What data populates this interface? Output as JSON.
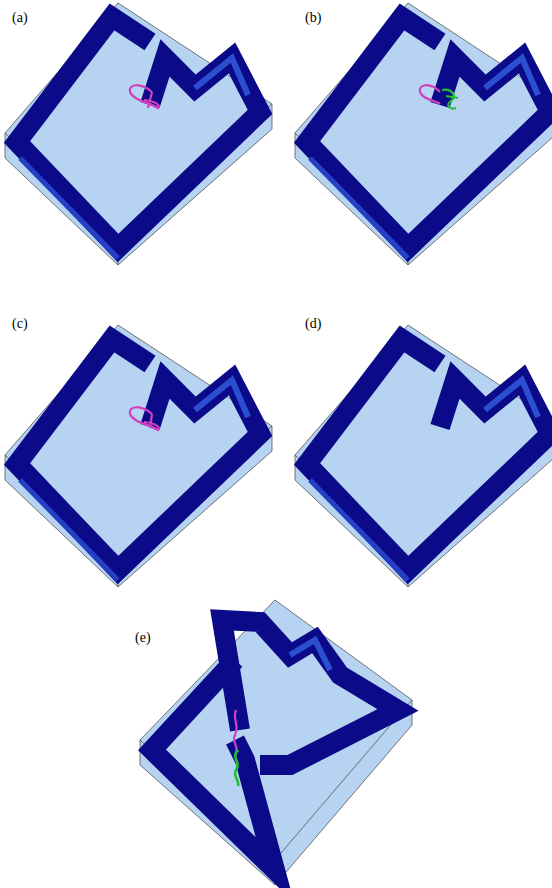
{
  "diagram": {
    "labels": [
      "(a)",
      "(b)",
      "(c)",
      "(d)",
      "(e)"
    ]
  }
}
